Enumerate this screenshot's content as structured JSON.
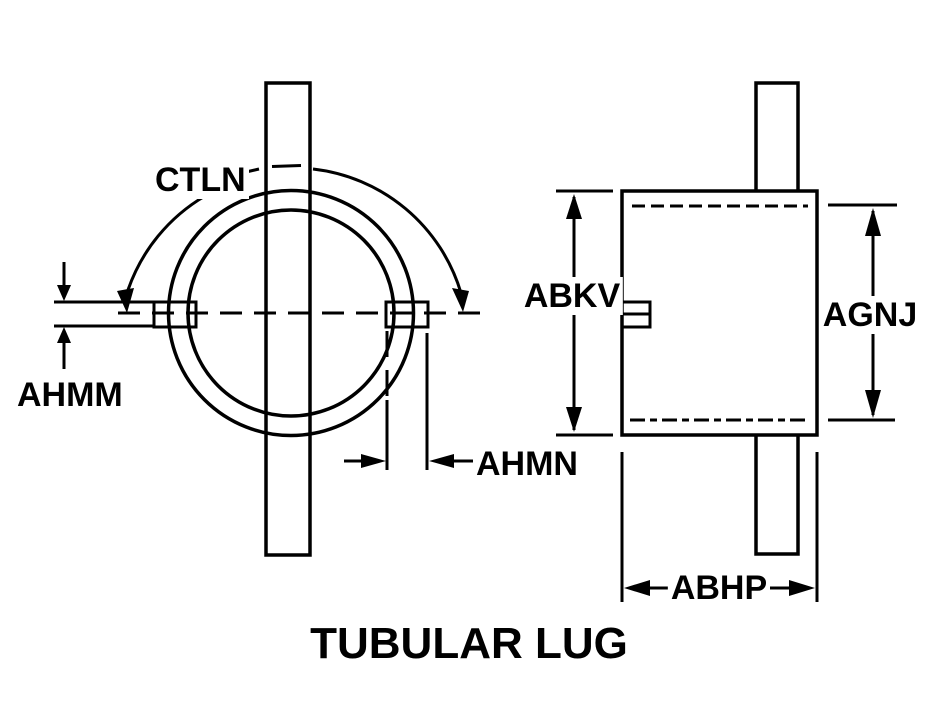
{
  "diagram": {
    "title": "TUBULAR LUG",
    "line_color": "#000000",
    "background_color": "#ffffff",
    "labels": {
      "ctln": "CTLN",
      "ahmm": "AHMM",
      "ahmn": "AHMN",
      "abkv": "ABKV",
      "agnj": "AGNJ",
      "abhp": "ABHP"
    },
    "views": {
      "front_view": {
        "arc_dimension": "CTLN",
        "tab_thickness_dimension": "AHMM",
        "tab_width_dimension": "AHMN"
      },
      "side_view": {
        "overall_height_dimension": "ABKV",
        "inner_height_dimension": "AGNJ",
        "overall_width_dimension": "ABHP"
      }
    }
  }
}
